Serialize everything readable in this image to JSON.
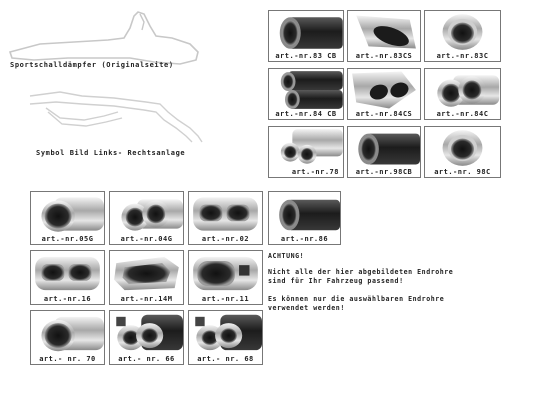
{
  "left_panel": {
    "caption_top": "Sportschalldämpfer (Originalseite)",
    "caption_bottom": "Symbol Bild Links- Rechtsanlage"
  },
  "tips": [
    {
      "label": "art.-nr.83 CB",
      "style": "black-round"
    },
    {
      "label": "art.-nr.83CS",
      "style": "slash-black"
    },
    {
      "label": "art.-nr.83C",
      "style": "chrome-round"
    },
    {
      "label": "art.-nr.84 CB",
      "style": "black-double"
    },
    {
      "label": "art.-nr.84CS",
      "style": "slash-double"
    },
    {
      "label": "art.-nr.84C",
      "style": "chrome-double"
    },
    {
      "label": "art.-nr.78",
      "style": "chrome-double-small"
    },
    {
      "label": "art.-nr.98CB",
      "style": "black-round"
    },
    {
      "label": "art.-nr. 98C",
      "style": "chrome-round"
    },
    {
      "label": "art.-nr.05G",
      "style": "chrome-oval"
    },
    {
      "label": "art.-nr.04G",
      "style": "chrome-double"
    },
    {
      "label": "art.-nr.02",
      "style": "chrome-rect-double"
    },
    {
      "label": "art.-nr.86",
      "style": "black-round"
    },
    {
      "label": "art.-nr.16",
      "style": "chrome-rect-double"
    },
    {
      "label": "art.-nr.14M",
      "style": "chrome-rect"
    },
    {
      "label": "art.-nr.11",
      "style": "chrome-rect-logo"
    },
    {
      "label": "art.- nr. 70",
      "style": "chrome-oval"
    },
    {
      "label": "art.- nr. 66",
      "style": "double-logo"
    },
    {
      "label": "art.- nr. 68",
      "style": "double-logo"
    }
  ],
  "notice": {
    "title": "ACHTUNG!",
    "line1": "Nicht alle der hier abgebildeten Endrohre",
    "line2": "sind für Ihr Fahrzeug passend!",
    "line3": "Es können nur die auswählbaren Endrohre",
    "line4": "verwendet werden!"
  }
}
